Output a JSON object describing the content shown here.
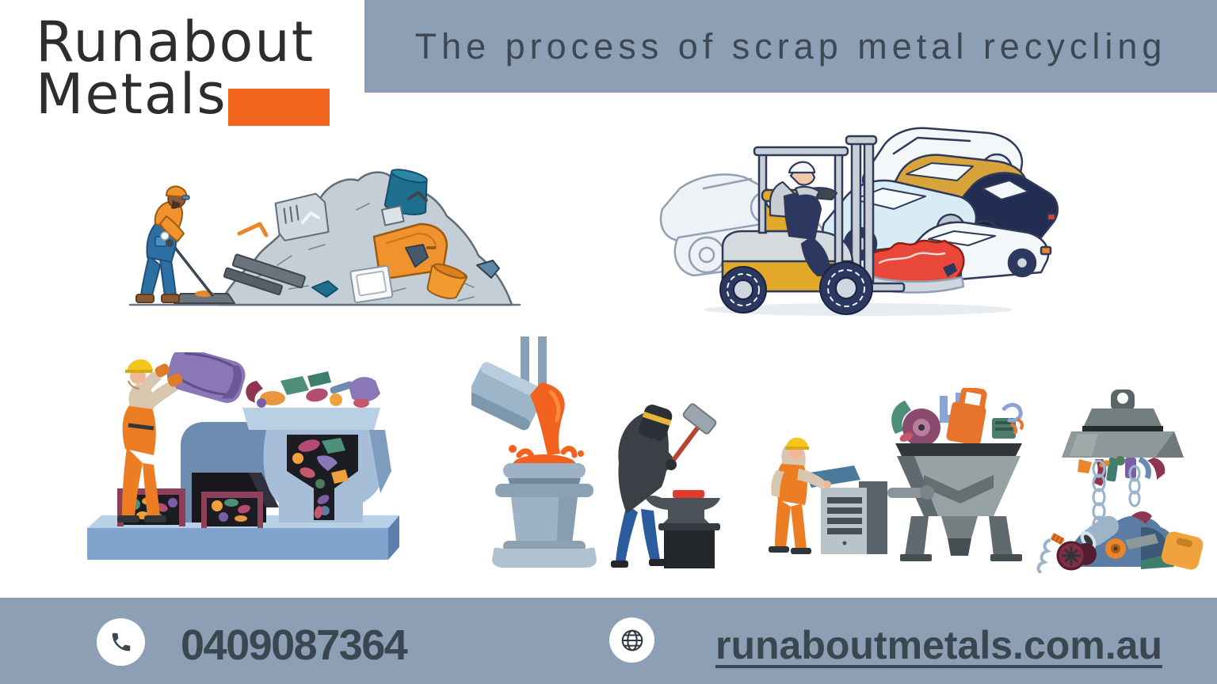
{
  "logo": {
    "line1": "Runabout",
    "line2": "Metals",
    "text_color": "#2d2d2d",
    "accent_color": "#F2641C"
  },
  "banner": {
    "title": "The process of scrap metal recycling",
    "bg_color": "#8C9FB4",
    "text_color": "#3d4852"
  },
  "footer": {
    "bg_color": "#8C9FB4",
    "text_color": "#3a4650",
    "phone": {
      "icon": "phone-icon",
      "number": "0409087364"
    },
    "website": {
      "icon": "globe-icon",
      "url_text": "runaboutmetals.com.au"
    }
  },
  "illustrations": [
    {
      "name": "scrap-pile-worker-illustration"
    },
    {
      "name": "forklift-car-stack-illustration"
    },
    {
      "name": "sorting-machine-illustration"
    },
    {
      "name": "melting-and-forging-illustration"
    },
    {
      "name": "hopper-operator-illustration"
    },
    {
      "name": "lifting-magnet-illustration"
    }
  ]
}
